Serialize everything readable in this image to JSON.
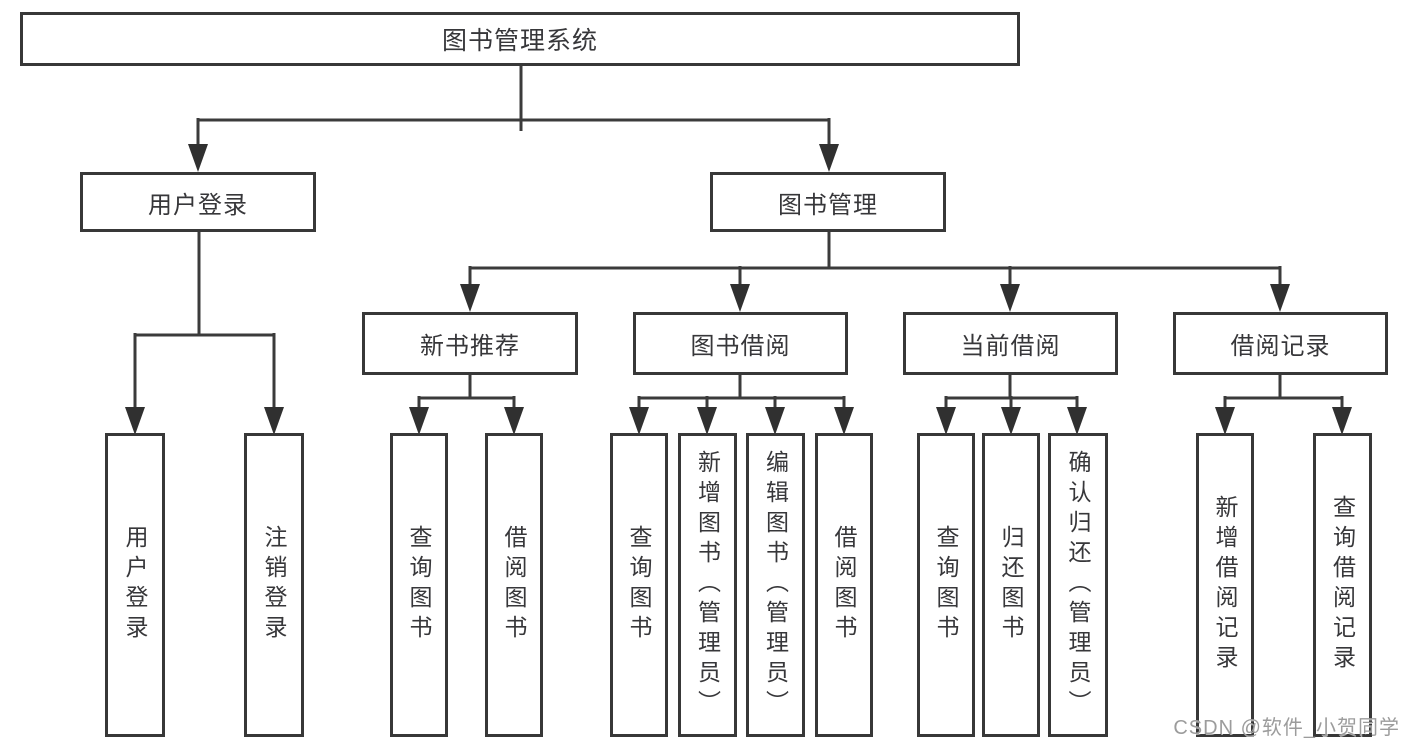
{
  "tree": {
    "root": {
      "label": "图书管理系统",
      "children": [
        {
          "label": "用户登录",
          "children": [
            {
              "label": "用户登录"
            },
            {
              "label": "注销登录"
            }
          ]
        },
        {
          "label": "图书管理",
          "children": [
            {
              "label": "新书推荐",
              "children": [
                {
                  "label": "查询图书"
                },
                {
                  "label": "借阅图书"
                }
              ]
            },
            {
              "label": "图书借阅",
              "children": [
                {
                  "label": "查询图书"
                },
                {
                  "label": "新增图书（管理员）"
                },
                {
                  "label": "编辑图书（管理员）"
                },
                {
                  "label": "借阅图书"
                }
              ]
            },
            {
              "label": "当前借阅",
              "children": [
                {
                  "label": "查询图书"
                },
                {
                  "label": "归还图书"
                },
                {
                  "label": "确认归还（管理员）"
                }
              ]
            },
            {
              "label": "借阅记录",
              "children": [
                {
                  "label": "新增借阅记录"
                },
                {
                  "label": "查询借阅记录"
                }
              ]
            }
          ]
        }
      ]
    }
  },
  "watermark": {
    "text": "CSDN @软件_小贺同学",
    "color": "#9c9c9c"
  },
  "colors": {
    "background": "#ffffff",
    "line": "#3b3b3b",
    "arrow": "#303030",
    "box_border": "#383838",
    "text": "#37373a"
  }
}
